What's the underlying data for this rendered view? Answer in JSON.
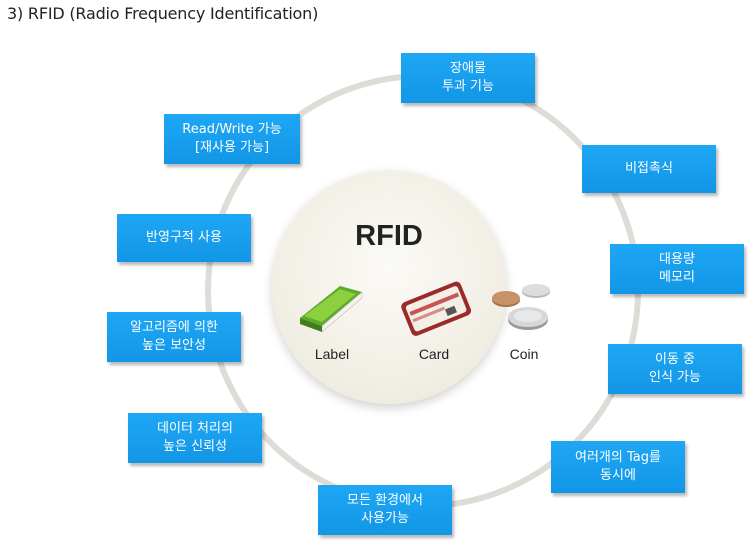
{
  "title": "3) RFID (Radio Frequency Identification)",
  "center": {
    "title": "RFID",
    "items": [
      {
        "label": "Label",
        "icon": "book-icon"
      },
      {
        "label": "Card",
        "icon": "card-icon"
      },
      {
        "label": "Coin",
        "icon": "coins-icon"
      }
    ]
  },
  "features": [
    {
      "line1": "장애물",
      "line2": "투과 기능"
    },
    {
      "line1": "비접촉식",
      "line2": ""
    },
    {
      "line1": "대용량",
      "line2": "메모리"
    },
    {
      "line1": "이동 중",
      "line2": "인식 가능"
    },
    {
      "line1": "여러개의 Tag를",
      "line2": "동시에"
    },
    {
      "line1": "모든 환경에서",
      "line2": "사용가능"
    },
    {
      "line1": "데이터 처리의",
      "line2": "높은 신뢰성"
    },
    {
      "line1": "알고리즘에 의한",
      "line2": "높은 보안성"
    },
    {
      "line1": "반영구적 사용",
      "line2": ""
    },
    {
      "line1": "Read/Write 가능",
      "line2": "[재사용 가능]"
    }
  ],
  "colors": {
    "box": "#1a9fef",
    "ring": "#dedcd6",
    "center": "#f1eee4"
  }
}
